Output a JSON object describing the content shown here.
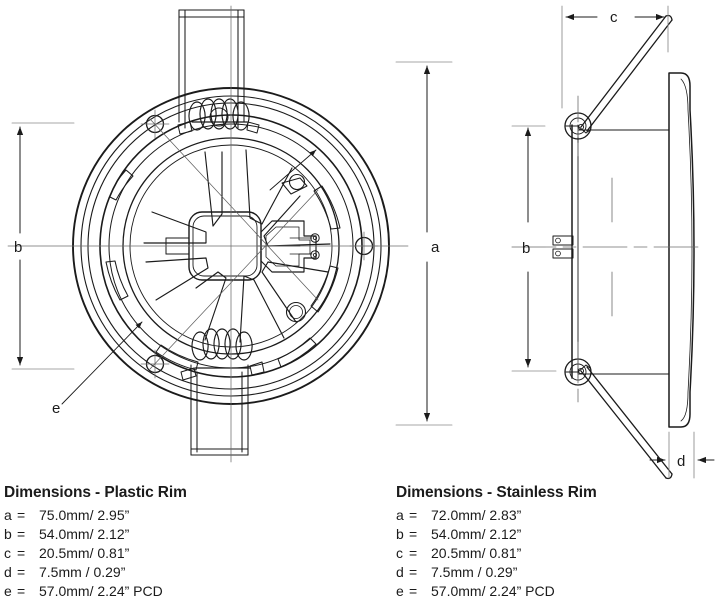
{
  "document": {
    "type": "engineering-dimension-drawing",
    "subject": "Round recessed fitting with spring clips — front view and side profile"
  },
  "drawing": {
    "front_view": {
      "name": "front-view",
      "dimension_labels": {
        "a": "a",
        "b": "b",
        "e": "e"
      },
      "features": [
        "outer-rim-circle",
        "inner-bezel-circle",
        "body-circle",
        "hub-plate",
        "radial-vanes",
        "three-bolt-holes",
        "top-spring-clip",
        "bottom-spring-clip",
        "terminal-block"
      ]
    },
    "side_view": {
      "name": "side-view",
      "dimension_labels": {
        "b": "b",
        "c": "c",
        "d": "d"
      },
      "features": [
        "domed-rim-profile",
        "body-barrel",
        "upper-pivot-clip-arm",
        "lower-pivot-clip-arm",
        "terminal-pins"
      ]
    },
    "line_color": "#1b1b1b",
    "background": "#ffffff"
  },
  "tables": {
    "plastic": {
      "title": "Dimensions - Plastic Rim",
      "rows": [
        {
          "key": "a",
          "eq": "=",
          "value": "75.0mm/ 2.95”"
        },
        {
          "key": "b",
          "eq": "=",
          "value": "54.0mm/ 2.12”"
        },
        {
          "key": "c",
          "eq": "=",
          "value": "20.5mm/ 0.81”"
        },
        {
          "key": "d",
          "eq": "=",
          "value": "7.5mm  / 0.29”"
        },
        {
          "key": "e",
          "eq": "=",
          "value": "57.0mm/ 2.24” PCD"
        }
      ]
    },
    "stainless": {
      "title": "Dimensions - Stainless Rim",
      "rows": [
        {
          "key": "a",
          "eq": "=",
          "value": "72.0mm/ 2.83”"
        },
        {
          "key": "b",
          "eq": "=",
          "value": "54.0mm/ 2.12”"
        },
        {
          "key": "c",
          "eq": "=",
          "value": "20.5mm/ 0.81”"
        },
        {
          "key": "d",
          "eq": "=",
          "value": "7.5mm  / 0.29”"
        },
        {
          "key": "e",
          "eq": "=",
          "value": "57.0mm/ 2.24” PCD"
        }
      ]
    }
  }
}
